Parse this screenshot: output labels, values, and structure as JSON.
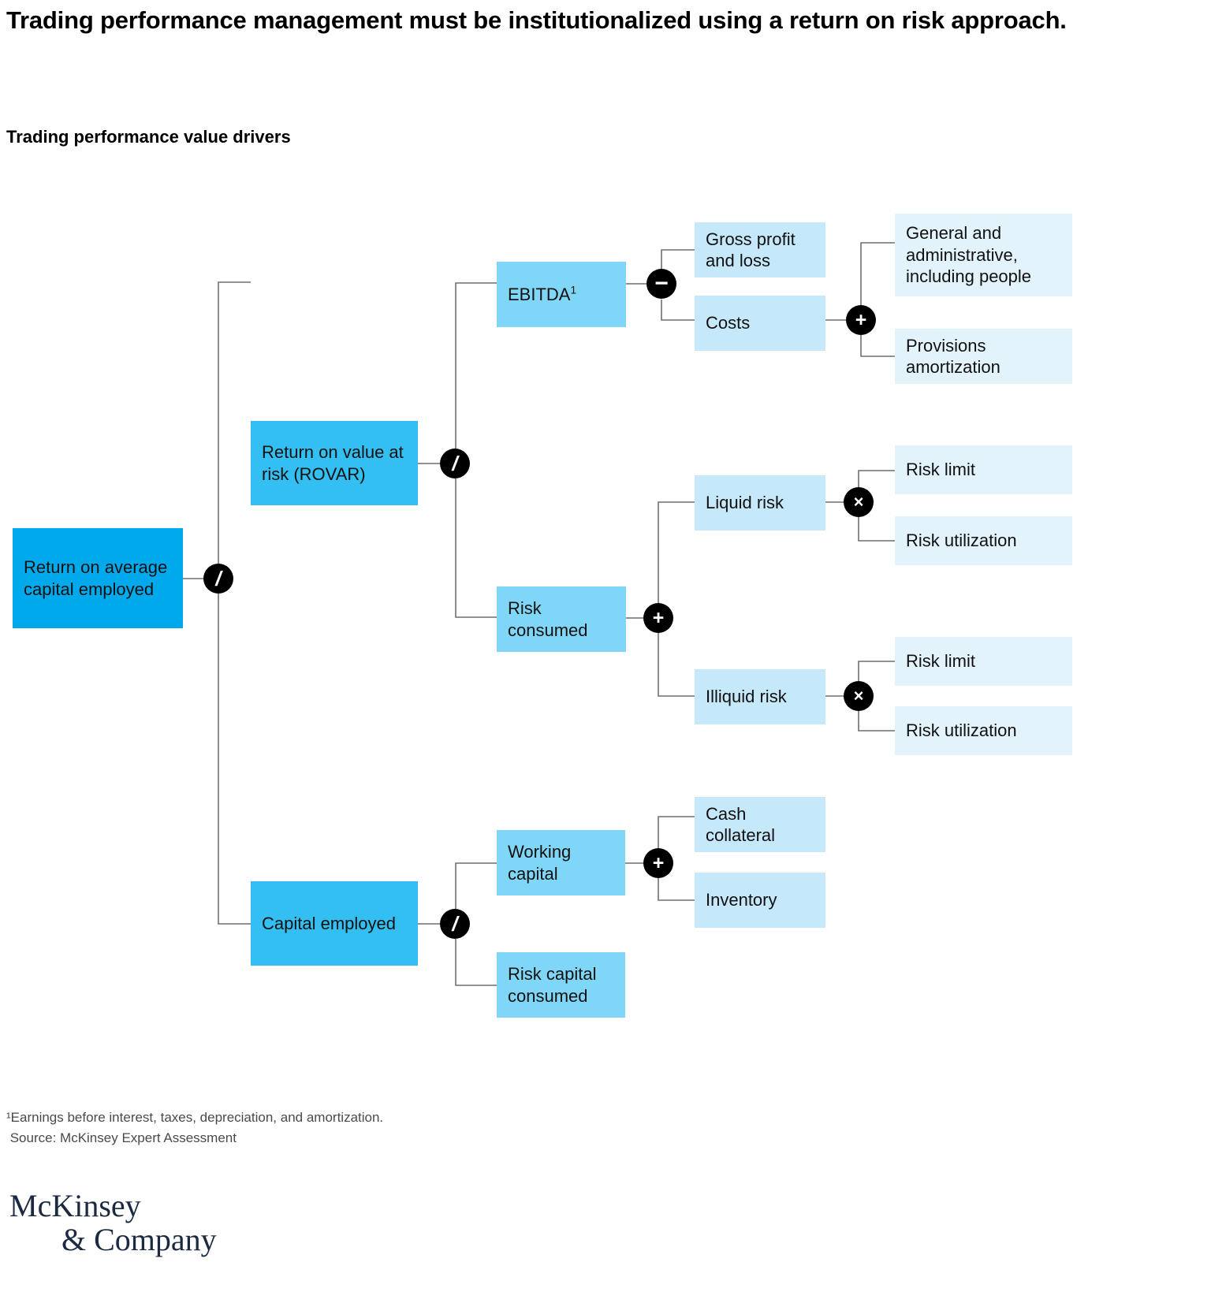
{
  "headline": "Trading performance management must be institutionalized using a return on risk approach.",
  "subhead": "Trading performance value drivers",
  "colors": {
    "level1": "#00A9EC",
    "level2": "#33BFF2",
    "level3": "#7FD6F7",
    "level3_alt": "#C5E8FA",
    "level4": "#E3F3FC",
    "operator_bg": "#000000",
    "connector": "#6f6f6f",
    "logo": "#1b2a41"
  },
  "diagram": {
    "type": "value-driver-tree",
    "nodes": [
      {
        "id": "roace",
        "label": "Return on average capital employed",
        "level": 1
      },
      {
        "id": "rovar",
        "label": "Return on value at risk (ROVAR)",
        "level": 2
      },
      {
        "id": "capital_employed",
        "label": "Capital employed",
        "level": 2
      },
      {
        "id": "ebitda",
        "label": "EBITDA",
        "superscript": "1",
        "level": 3
      },
      {
        "id": "risk_consumed",
        "label": "Risk consumed",
        "level": 3
      },
      {
        "id": "working_capital",
        "label": "Working capital",
        "level": 3
      },
      {
        "id": "risk_capital_consumed",
        "label": "Risk capital consumed",
        "level": 3
      },
      {
        "id": "gross_profit_loss",
        "label": "Gross profit and loss",
        "level": 4
      },
      {
        "id": "costs",
        "label": "Costs",
        "level": 4
      },
      {
        "id": "liquid_risk",
        "label": "Liquid risk",
        "level": 4
      },
      {
        "id": "illiquid_risk",
        "label": "Illiquid risk",
        "level": 4
      },
      {
        "id": "cash_collateral",
        "label": "Cash collateral",
        "level": 4
      },
      {
        "id": "inventory",
        "label": "Inventory",
        "level": 4
      },
      {
        "id": "ga_people",
        "label": "General and administrative, including people",
        "level": 5
      },
      {
        "id": "provisions_amortization",
        "label": "Provisions amortization",
        "level": 5
      },
      {
        "id": "risk_limit_liquid",
        "label": "Risk limit",
        "level": 5
      },
      {
        "id": "risk_utilization_liquid",
        "label": "Risk utilization",
        "level": 5
      },
      {
        "id": "risk_limit_illiquid",
        "label": "Risk limit",
        "level": 5
      },
      {
        "id": "risk_utilization_illiquid",
        "label": "Risk utilization",
        "level": 5
      }
    ],
    "operators": [
      {
        "id": "op_roace",
        "symbol": "/",
        "name": "divide",
        "parent": "roace",
        "children": [
          "rovar",
          "capital_employed"
        ]
      },
      {
        "id": "op_rovar",
        "symbol": "/",
        "name": "divide",
        "parent": "rovar",
        "children": [
          "ebitda",
          "risk_consumed"
        ]
      },
      {
        "id": "op_ebitda",
        "symbol": "−",
        "name": "minus",
        "parent": "ebitda",
        "children": [
          "gross_profit_loss",
          "costs"
        ]
      },
      {
        "id": "op_costs",
        "symbol": "+",
        "name": "plus",
        "parent": "costs",
        "children": [
          "ga_people",
          "provisions_amortization"
        ]
      },
      {
        "id": "op_risk_consumed",
        "symbol": "+",
        "name": "plus",
        "parent": "risk_consumed",
        "children": [
          "liquid_risk",
          "illiquid_risk"
        ]
      },
      {
        "id": "op_liquid",
        "symbol": "×",
        "name": "multiply",
        "parent": "liquid_risk",
        "children": [
          "risk_limit_liquid",
          "risk_utilization_liquid"
        ]
      },
      {
        "id": "op_illiquid",
        "symbol": "×",
        "name": "multiply",
        "parent": "illiquid_risk",
        "children": [
          "risk_limit_illiquid",
          "risk_utilization_illiquid"
        ]
      },
      {
        "id": "op_capital_employed",
        "symbol": "/",
        "name": "divide",
        "parent": "capital_employed",
        "children": [
          "working_capital",
          "risk_capital_consumed"
        ]
      },
      {
        "id": "op_working_capital",
        "symbol": "+",
        "name": "plus",
        "parent": "working_capital",
        "children": [
          "cash_collateral",
          "inventory"
        ]
      }
    ]
  },
  "footnotes": {
    "note1": "¹Earnings before interest, taxes, depreciation, and amortization.",
    "source": " Source: McKinsey Expert Assessment"
  },
  "logo": {
    "line1": "McKinsey",
    "line2": "& Company"
  }
}
